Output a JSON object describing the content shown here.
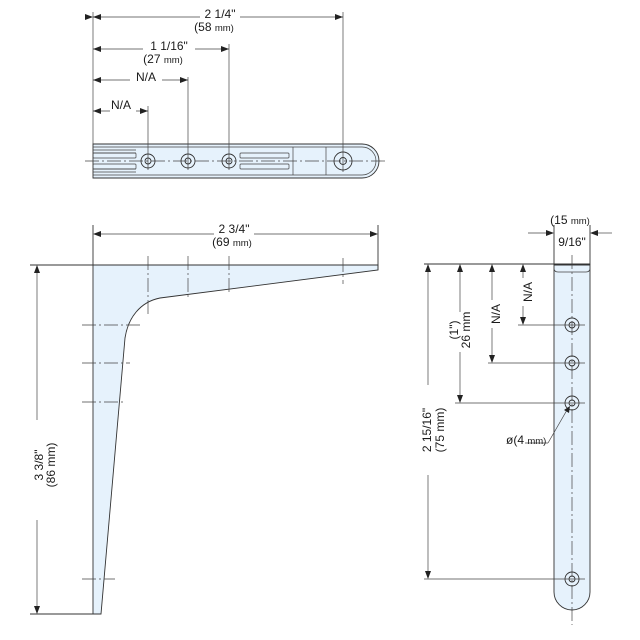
{
  "drawing": {
    "top_view": {
      "dims": [
        {
          "id": "overall",
          "inch": "2 1/4\"",
          "mm_num": "(58",
          "mm_unit": "mm)"
        },
        {
          "id": "hole3",
          "inch": "1 1/16\"",
          "mm_num": "(27",
          "mm_unit": "mm)"
        },
        {
          "id": "hole2",
          "inch": "N/A"
        },
        {
          "id": "hole1",
          "inch": "N/A"
        }
      ]
    },
    "side_view": {
      "width": {
        "inch": "2 3/4\"",
        "mm_num": "(69",
        "mm_unit": "mm)"
      },
      "height": {
        "inch": "3 3/8\"",
        "mm": "(86 mm)"
      }
    },
    "front_view": {
      "width": {
        "inch": "9/16\"",
        "mm_num": "(15",
        "mm_unit": "mm)"
      },
      "height": {
        "inch": "2 15/16\"",
        "mm": "(75 mm)"
      },
      "hole_spacing": {
        "inch": "(1\")",
        "mm": "26 mm"
      },
      "na_1": "N/A",
      "na_2": "N/A",
      "hole_diameter": {
        "prefix": "ø(4",
        "unit": "mm)"
      }
    },
    "colors": {
      "fill": "#e6f2fc",
      "line": "#333333"
    }
  }
}
